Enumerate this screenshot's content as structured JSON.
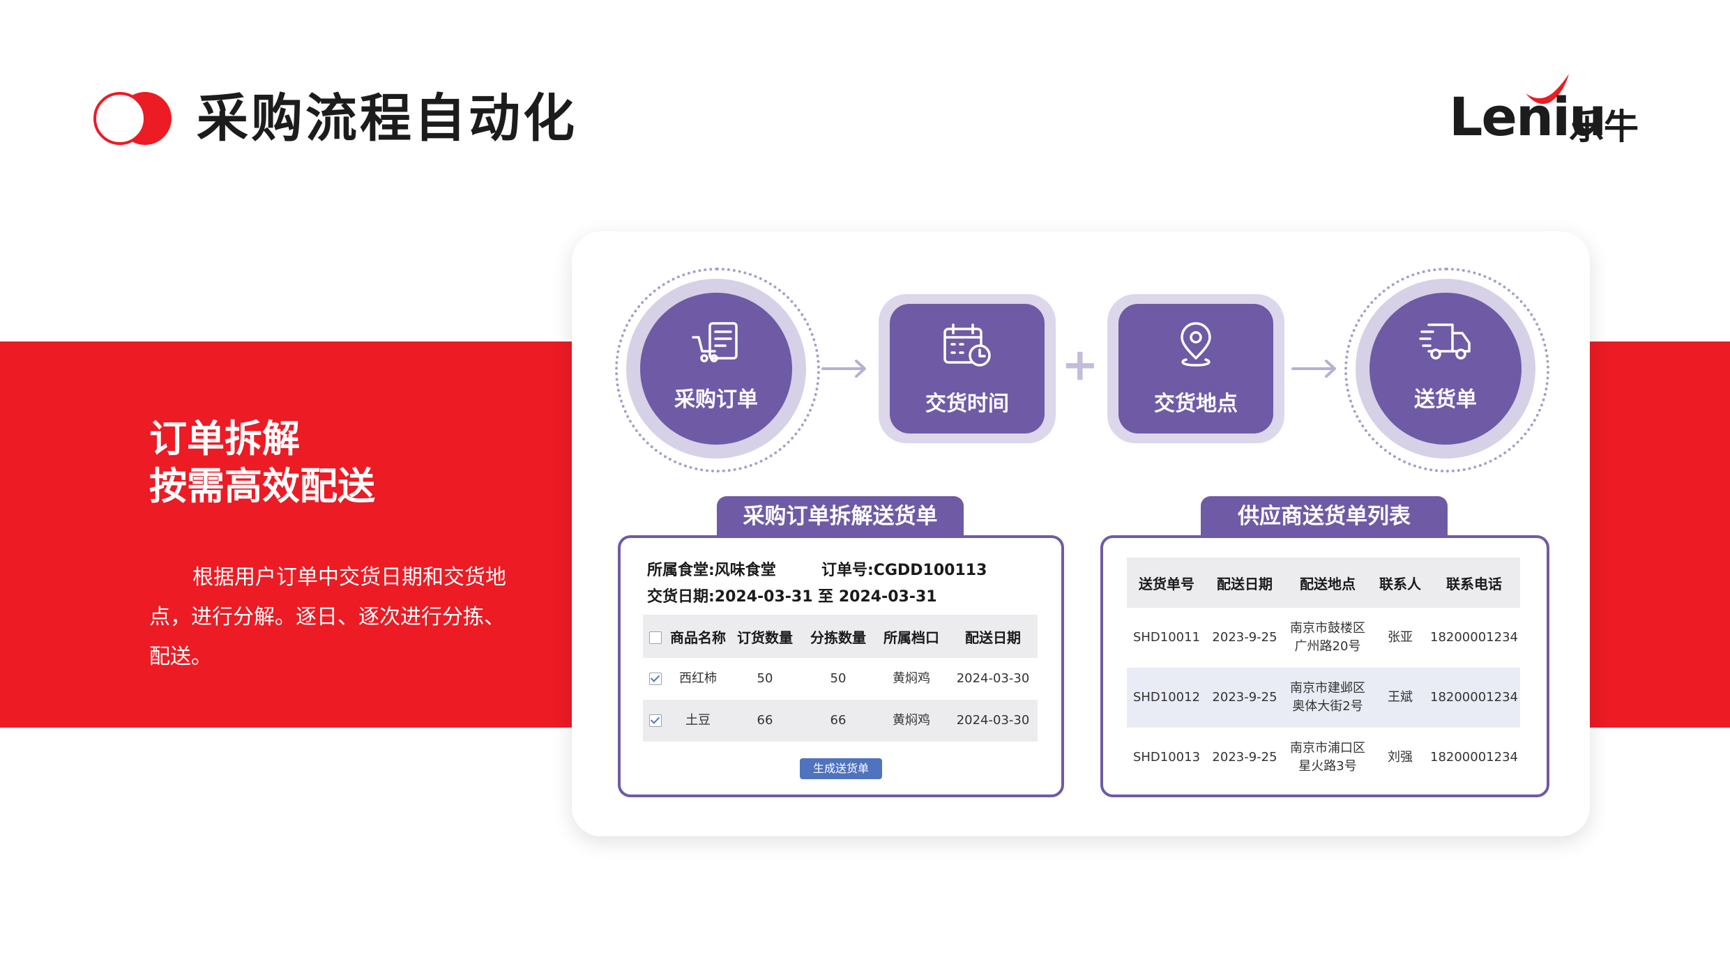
{
  "header": {
    "title": "采购流程自动化",
    "brand_en": "Leniu",
    "brand_cn": "乐牛"
  },
  "hero": {
    "headline_1": "订单拆解",
    "headline_2": "按需高效配送"
  },
  "description": {
    "line_1": "根据用户订单中交货日期和交货地",
    "line_2": "点，进行分解。逐日、逐次进行分拣、",
    "line_3": "配送。"
  },
  "flow": {
    "step_1": "采购订单",
    "step_2": "交货时间",
    "step_3": "交货地点",
    "step_4": "送货单",
    "plus": "+"
  },
  "split_panel": {
    "tab": "采购订单拆解送货单",
    "canteen_label": "所属食堂:风味食堂",
    "order_label": "订单号:CGDD100113",
    "date_label": "交货日期:2024-03-31 至 2024-03-31",
    "columns": [
      "商品名称",
      "订货数量",
      "分拣数量",
      "所属档口",
      "配送日期"
    ],
    "rows": [
      {
        "checked": true,
        "cells": [
          "西红柿",
          "50",
          "50",
          "黄焖鸡",
          "2024-03-30"
        ]
      },
      {
        "checked": true,
        "cells": [
          "土豆",
          "66",
          "66",
          "黄焖鸡",
          "2024-03-30"
        ]
      }
    ],
    "button": "生成送货单"
  },
  "supplier_panel": {
    "tab": "供应商送货单列表",
    "columns": [
      "送货单号",
      "配送日期",
      "配送地点",
      "联系人",
      "联系电话"
    ],
    "rows": [
      {
        "cells": [
          "SHD10011",
          "2023-9-25",
          "南京市鼓楼区",
          "广州路20号",
          "张亚",
          "18200001234"
        ]
      },
      {
        "cells": [
          "SHD10012",
          "2023-9-25",
          "南京市建邺区",
          "奥体大街2号",
          "王斌",
          "18200001234"
        ]
      },
      {
        "cells": [
          "SHD10013",
          "2023-9-25",
          "南京市浦口区",
          "星火路3号",
          "刘强",
          "18200001234"
        ]
      }
    ]
  },
  "colors": {
    "red": "#ec1b24",
    "purple": "#6f5aa6",
    "lavender": "#d6d1e7",
    "button_blue": "#4f73be"
  }
}
